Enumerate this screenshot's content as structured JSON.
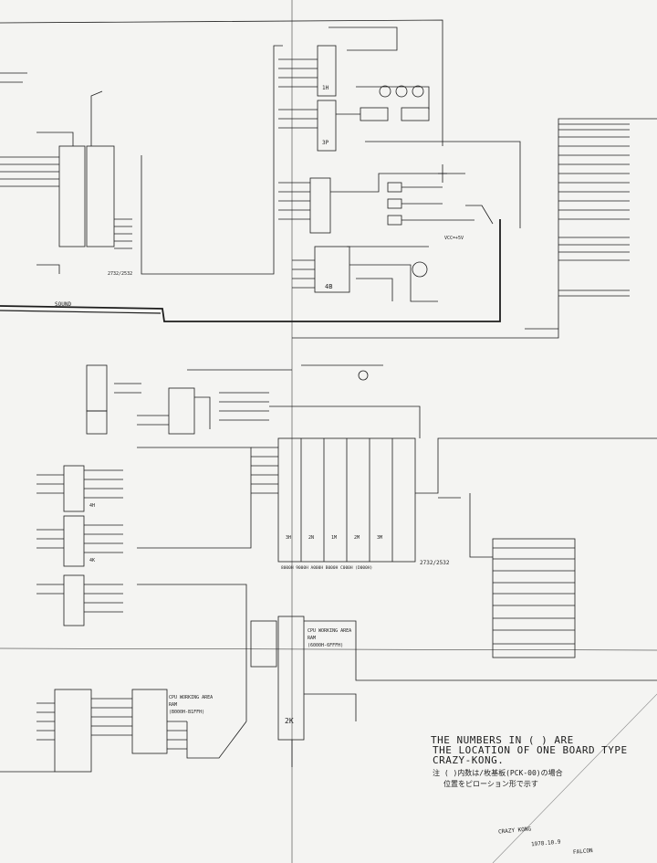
{
  "notes": {
    "line1": "THE NUMBERS IN ( ) ARE",
    "line2": "THE LOCATION OF ONE BOARD TYPE",
    "line3": "CRAZY-KONG.",
    "jp1": "注 ( )内数は/枚基板(PCK-00)の場合",
    "jp2": "位置をピローション形で示す"
  },
  "signature": {
    "title": "CRAZY KONG",
    "date": "1978.10.9",
    "maker": "FALCON"
  },
  "labels": {
    "sound": "SOUND",
    "rom_left_part": "2732/2532",
    "rom_bank_part": "2732/2532",
    "rom_addresses": "8000H 9000H A000H B000H C000H (D000H)",
    "cpu_ram_1": "CPU WORKING AREA",
    "cpu_ram_2": "RAM",
    "cpu_ram_3": "(6000H-6FFFH)",
    "vram_1": "CPU WORKING AREA",
    "vram_2": "RAM",
    "vram_3": "(B000H-B1FFH)",
    "vcc": "VCC=+5V",
    "chip_2k": "2K",
    "chip_3p": "3P",
    "chip_1h": "1H",
    "chip_4b": "4B",
    "chip_3h": "3H",
    "chip_2n": "2N",
    "chip_1m": "1M",
    "chip_2m": "2M",
    "chip_3m": "3M",
    "chip_4h": "4H",
    "chip_4k": "4K"
  },
  "colors": {
    "ink": "#1c1c1c",
    "paper": "#f4f4f2"
  }
}
